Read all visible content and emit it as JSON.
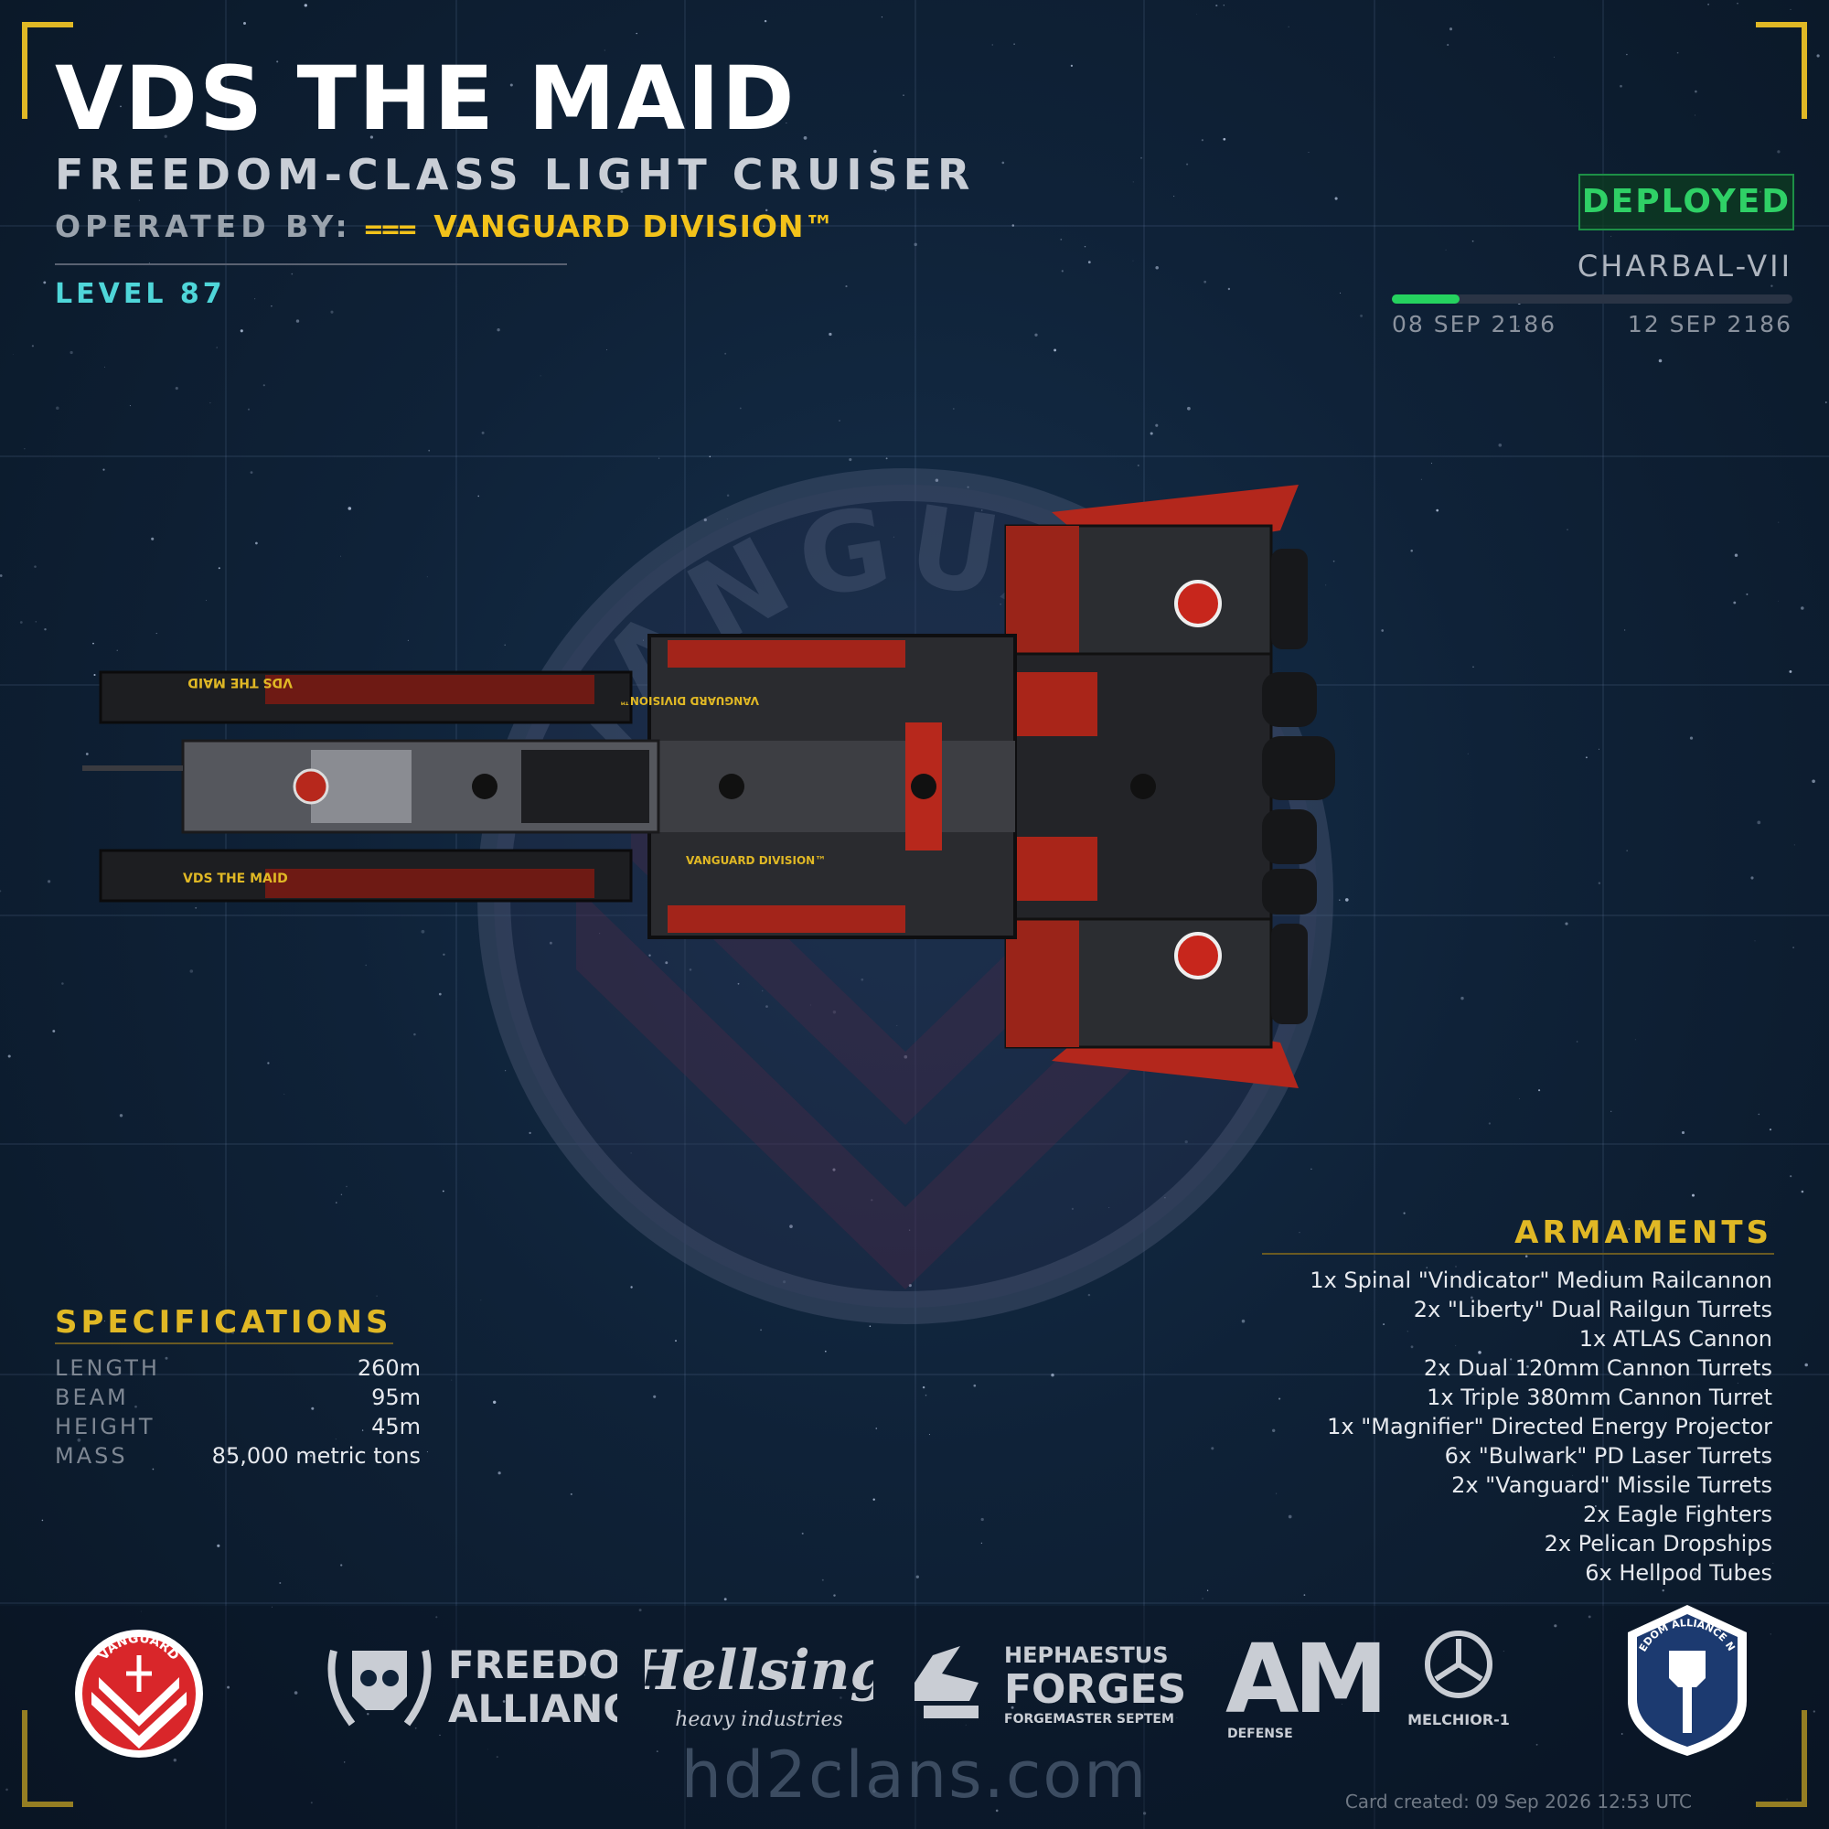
{
  "ship": {
    "name": "VDS THE MAID",
    "class": "FREEDOM-CLASS LIGHT CRUISER",
    "operated_by_label": "OPERATED BY:",
    "operator": "VANGUARD DIVISION™",
    "level": "LEVEL 87",
    "hull_markings": [
      "VDS THE MAID",
      "VANGUARD DIVISION™"
    ]
  },
  "deployment": {
    "status": "DEPLOYED",
    "planet": "CHARBAL-VII",
    "start_date": "08 SEP 2186",
    "end_date": "12 SEP 2186",
    "progress_fraction": 0.17
  },
  "emblem": {
    "text": "VANGUARD"
  },
  "specifications": {
    "title": "SPECIFICATIONS",
    "rows": [
      {
        "label": "LENGTH",
        "value": "260m"
      },
      {
        "label": "BEAM",
        "value": "95m"
      },
      {
        "label": "HEIGHT",
        "value": "45m"
      },
      {
        "label": "MASS",
        "value": "85,000 metric tons"
      }
    ]
  },
  "armaments": {
    "title": "ARMAMENTS",
    "items": [
      "1x Spinal \"Vindicator\" Medium Railcannon",
      "2x \"Liberty\" Dual Railgun Turrets",
      "1x ATLAS Cannon",
      "2x Dual 120mm Cannon Turrets",
      "1x Triple 380mm Cannon Turret",
      "1x \"Magnifier\" Directed Energy Projector",
      "6x \"Bulwark\" PD Laser Turrets",
      "2x \"Vanguard\" Missile Turrets",
      "2x Eagle Fighters",
      "2x Pelican Dropships",
      "6x Hellpod Tubes"
    ]
  },
  "footer": {
    "logos": {
      "vanguard": "VANGUARD",
      "freedom_alliance": [
        "FREEDOM",
        "ALLIANCE"
      ],
      "hellsing": [
        "Hellsing",
        "heavy industries"
      ],
      "hephaestus": [
        "HEPHAESTUS",
        "FORGES",
        "FORGEMASTER SEPTEM"
      ],
      "am": [
        "AM",
        "DEFENSE"
      ],
      "melchior": "MELCHIOR-1",
      "navy": "FREEDOM ALLIANCE NAVY"
    },
    "website": "hd2clans.com",
    "created": "Card created: 09 Sep 2026 12:53 UTC"
  },
  "colors": {
    "accent_gold": "#e0b825",
    "operator_yellow": "#f2c21a",
    "level_cyan": "#4fd6d9",
    "status_green": "#2fd066",
    "hull_red": "#b3271c",
    "background_navy": "#0f2238"
  }
}
